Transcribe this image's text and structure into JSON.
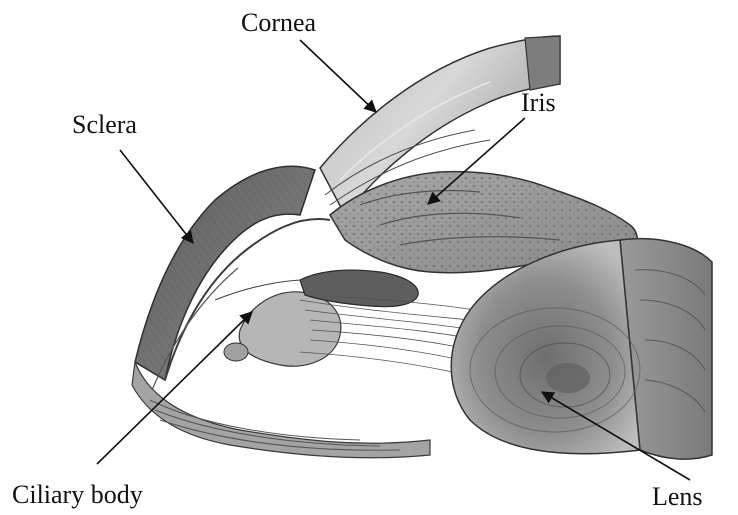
{
  "labels": {
    "cornea": "Cornea",
    "sclera": "Sclera",
    "iris": "Iris",
    "ciliary_body": "Ciliary body",
    "lens": "Lens"
  },
  "colors": {
    "background": "#ffffff",
    "ink": "#111111"
  }
}
